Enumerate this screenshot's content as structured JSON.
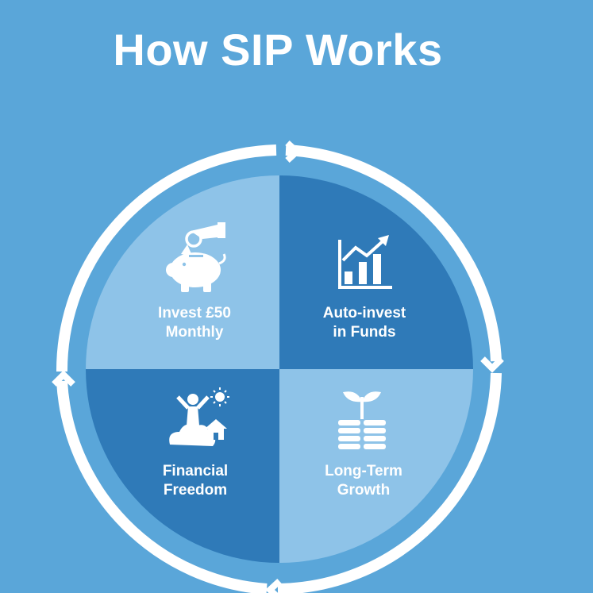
{
  "title": "How SIP Works",
  "colors": {
    "background": "#5aa6d9",
    "quadrant_light": "#8ec3e8",
    "quadrant_dark": "#2f7ab8",
    "ring": "#ffffff"
  },
  "steps": [
    {
      "line1": "Invest £50",
      "line2": "Monthly",
      "icon": "piggy-bank-coin-icon"
    },
    {
      "line1": "Auto-invest",
      "line2": "in Funds",
      "icon": "growth-chart-icon"
    },
    {
      "line1": "Long-Term",
      "line2": "Growth",
      "icon": "sprout-coins-icon"
    },
    {
      "line1": "Financial",
      "line2": "Freedom",
      "icon": "person-cloud-house-icon"
    }
  ]
}
